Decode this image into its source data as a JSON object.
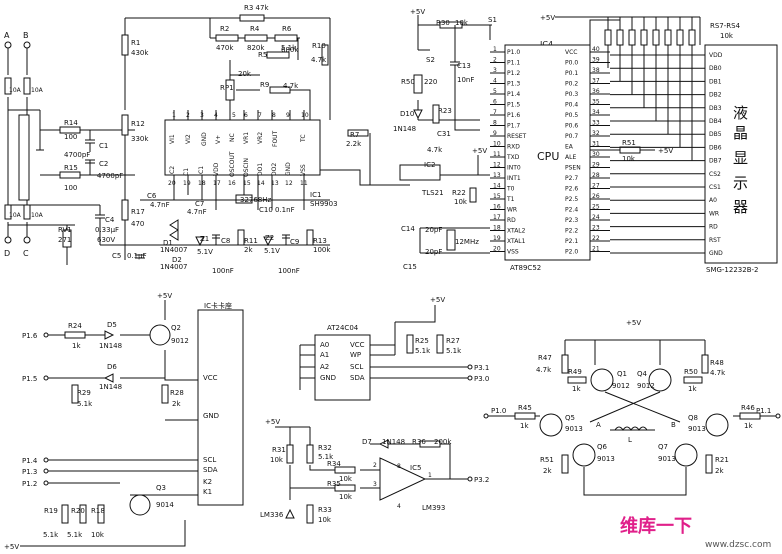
{
  "top_left": {
    "terminals": [
      "A",
      "B",
      "D",
      "C"
    ],
    "label_10a": "10A",
    "r_labels": [
      "R14",
      "R15",
      "R12",
      "R1",
      "R17"
    ],
    "r_values": [
      "100",
      "100",
      "330k",
      "430k",
      "470"
    ],
    "c_labels": [
      "C1",
      "C2",
      "C4",
      "C5"
    ],
    "c_values": [
      "4700pF",
      "4700pF",
      "0.33µF",
      "0.1µF"
    ],
    "c4_voltage": "630V",
    "rv1": [
      "RV1",
      "271"
    ]
  },
  "ic1": {
    "name": "IC1",
    "part": "SH9903",
    "pins_top": [
      "VI1",
      "VI2",
      "GND",
      "V+",
      "NC",
      "VR1",
      "VR2",
      "FOUT",
      "TC"
    ],
    "pins_top_nums": [
      "1",
      "2",
      "3",
      "4",
      "5",
      "6",
      "7",
      "8",
      "9",
      "10"
    ],
    "pins_bottom": [
      "C2",
      "C1",
      "C1",
      "VDD",
      "OSCOUT",
      "OSCIN",
      "DO1",
      "DO2",
      "GND",
      "VSS"
    ],
    "pins_bottom_nums": [
      "20",
      "19",
      "18",
      "17",
      "16",
      "15",
      "14",
      "13",
      "12",
      "11"
    ],
    "crystal": "32768Hz"
  },
  "top_resistors": {
    "r3": "R3 47k",
    "r2": [
      "R2",
      "470k"
    ],
    "r4": [
      "R4",
      "820k"
    ],
    "r6": [
      "R6",
      "5.1k"
    ],
    "r5": [
      "R5",
      "680k"
    ],
    "r10": [
      "R10",
      "4.7k"
    ],
    "rp1": [
      "RP1",
      "20k"
    ],
    "r9": [
      "R9",
      "4.7k"
    ],
    "r7": [
      "R7",
      "2.2k"
    ]
  },
  "bottom_ic1": {
    "c6": [
      "C6",
      "4.7nF"
    ],
    "c7": [
      "C7",
      "4.7nF"
    ],
    "d1": [
      "D1",
      "1N4007"
    ],
    "d2": [
      "D2",
      "1N4007"
    ],
    "z1": [
      "Z1",
      "5.1V"
    ],
    "z2": [
      "Z2",
      "5.1V"
    ],
    "c8": [
      "C8",
      "100nF"
    ],
    "r11": [
      "R11",
      "2k"
    ],
    "c9": [
      "C9",
      "100nF"
    ],
    "c10": [
      "C10",
      "0.1nF"
    ],
    "r13": [
      "R13",
      "100k"
    ]
  },
  "mcu": {
    "label_vcc": "+5V",
    "r30": [
      "R30",
      "10k"
    ],
    "s1": "S1",
    "s2": "S2",
    "r50": [
      "R50",
      "220"
    ],
    "c13": [
      "C13",
      "10nF"
    ],
    "d10": [
      "D10",
      "1N148"
    ],
    "r23": [
      "R23",
      "4.7k"
    ],
    "c31": "C31",
    "r22": [
      "R22",
      "10k"
    ],
    "ic2": [
      "IC2",
      "TLS21"
    ],
    "c14": [
      "C14",
      "20pF"
    ],
    "c15": [
      "C15",
      "20pF"
    ],
    "xtal": "12MHz",
    "ic4": "IC4",
    "cpu_label": "CPU",
    "part": "AT89C52",
    "left_pins": [
      "P1.0",
      "P1.1",
      "P1.2",
      "P1.3",
      "P1.4",
      "P1.5",
      "P1.6",
      "P1.7",
      "RESET",
      "RXD",
      "TXD",
      "INT0",
      "INT1",
      "T0",
      "T1",
      "WR",
      "RD",
      "XTAL2",
      "XTAL1",
      "VSS"
    ],
    "left_nums": [
      "1",
      "2",
      "3",
      "4",
      "5",
      "6",
      "7",
      "8",
      "9",
      "10",
      "11",
      "12",
      "13",
      "14",
      "15",
      "16",
      "17",
      "18",
      "19",
      "20"
    ],
    "right_pins": [
      "VCC",
      "P0.0",
      "P0.1",
      "P0.2",
      "P0.3",
      "P0.4",
      "P0.5",
      "P0.6",
      "P0.7",
      "EA",
      "ALE",
      "PSEN",
      "P2.7",
      "P2.6",
      "P2.5",
      "P2.4",
      "P2.3",
      "P2.2",
      "P2.1",
      "P2.0"
    ],
    "right_nums": [
      "40",
      "39",
      "38",
      "37",
      "36",
      "35",
      "34",
      "33",
      "32",
      "31",
      "30",
      "29",
      "28",
      "27",
      "26",
      "25",
      "24",
      "23",
      "22",
      "21"
    ],
    "r51": [
      "R51",
      "10k"
    ],
    "plus5": "+5V"
  },
  "lcd": {
    "rs": [
      "RS7-RS4",
      "10k"
    ],
    "pins": [
      "VDD",
      "DB0",
      "DB1",
      "DB2",
      "DB3",
      "DB4",
      "DB5",
      "DB6",
      "DB7",
      "CS2",
      "CS1",
      "A0",
      "WR",
      "RD",
      "RST",
      "GND"
    ],
    "label": [
      "液",
      "晶",
      "显",
      "示",
      "器"
    ],
    "part": "SMG-12232B-2",
    "plus5": "+5V"
  },
  "ic_card": {
    "title": "IC卡卡座",
    "pins": [
      "VCC",
      "GND",
      "SCL",
      "SDA",
      "K2",
      "K1"
    ],
    "plus5": "+5V",
    "r24": [
      "R24",
      "1k"
    ],
    "d5": [
      "D5",
      "1N148"
    ],
    "d6": [
      "D6",
      "1N148"
    ],
    "q2": [
      "Q2",
      "9012"
    ],
    "r29": [
      "R29",
      "5.1k"
    ],
    "r28": [
      "R28",
      "2k"
    ],
    "q3": [
      "Q3",
      "9014"
    ],
    "r19": [
      "R19",
      "5.1k"
    ],
    "r20": [
      "R20",
      "5.1k"
    ],
    "r18": [
      "R18",
      "10k"
    ],
    "ports": [
      "P1.6",
      "P1.5",
      "P1.4",
      "P1.3",
      "P1.2"
    ],
    "plus5_bottom": "+5V"
  },
  "eeprom": {
    "part": "AT24C04",
    "pins_left": [
      "A0",
      "A1",
      "A2",
      "GND"
    ],
    "pins_right": [
      "VCC",
      "WP",
      "SCL",
      "SDA"
    ],
    "r25": [
      "R25",
      "5.1k"
    ],
    "r27": [
      "R27",
      "5.1k"
    ],
    "plus5": "+5V",
    "ports": [
      "P3.1",
      "P3.0"
    ]
  },
  "comparator": {
    "plus5": "+5V",
    "r31": [
      "R31",
      "10k"
    ],
    "r32": [
      "R32",
      "5.1k"
    ],
    "r34": [
      "R34",
      "10k"
    ],
    "r35": [
      "R35",
      "10k"
    ],
    "r33": [
      "R33",
      "10k"
    ],
    "d7": [
      "D7",
      "1N148"
    ],
    "r36": [
      "R36",
      "200k"
    ],
    "ic5": "IC5",
    "part": "LM393",
    "ref": "LM336",
    "pins": [
      "8",
      "2",
      "3",
      "1",
      "4"
    ],
    "port": "P3.2"
  },
  "hbridge": {
    "plus5": "+5V",
    "r47": [
      "R47",
      "4.7k"
    ],
    "r48": [
      "R48",
      "4.7k"
    ],
    "r49": [
      "R49",
      "1k"
    ],
    "r50": [
      "R50",
      "1k"
    ],
    "q1": [
      "Q1",
      "9012"
    ],
    "q4": [
      "Q4",
      "9012"
    ],
    "q5": [
      "Q5",
      "9013"
    ],
    "q8": [
      "Q8",
      "9013"
    ],
    "q6": [
      "Q6",
      "9013"
    ],
    "q7": [
      "Q7",
      "9013"
    ],
    "r45": [
      "R45",
      "1k"
    ],
    "r46": [
      "R46",
      "1k"
    ],
    "r51": [
      "R51",
      "2k"
    ],
    "r21": [
      "R21",
      "2k"
    ],
    "coil": "L",
    "node_a": "A",
    "node_b": "B",
    "ports": [
      "P1.0",
      "P1.1"
    ]
  },
  "watermark": {
    "big": "维库一下",
    "small": "www.dzsc.com"
  }
}
